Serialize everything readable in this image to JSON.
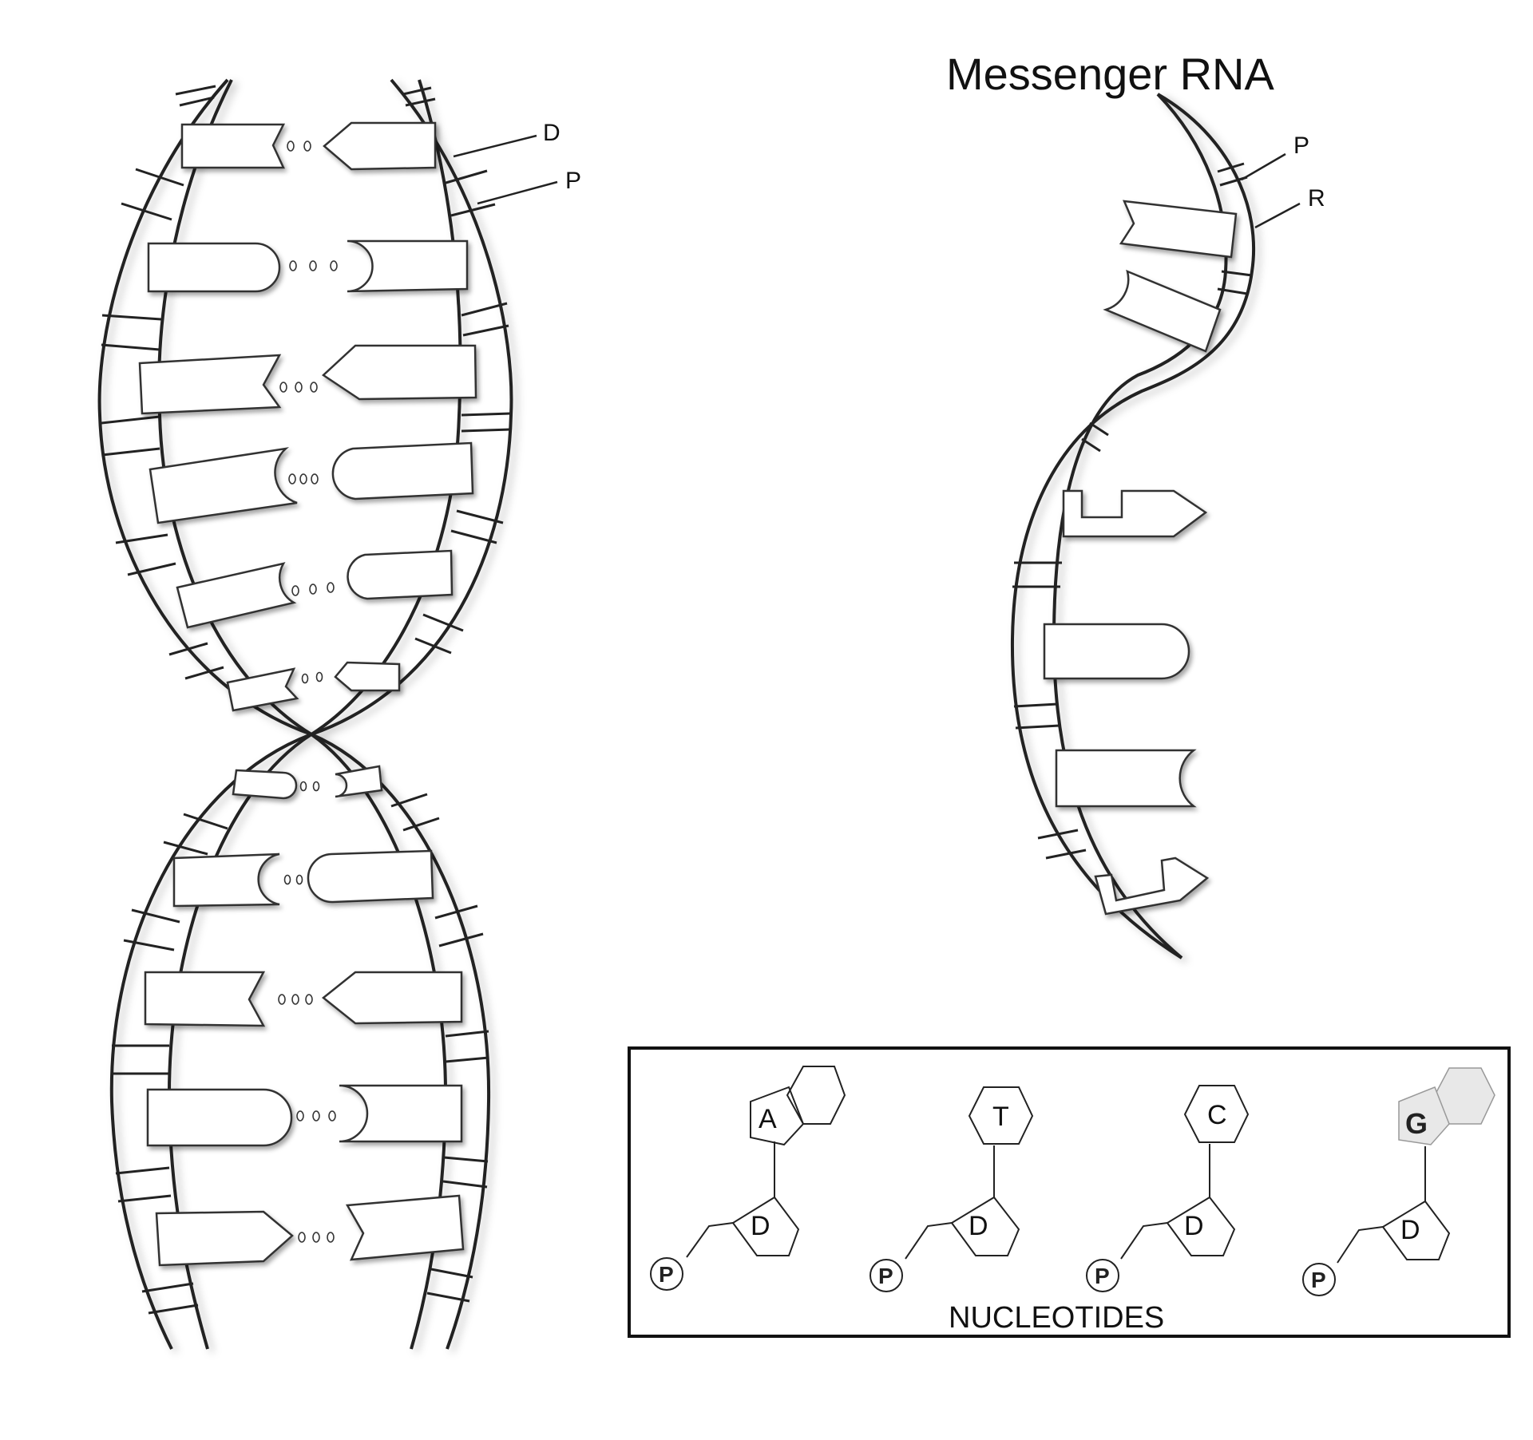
{
  "mrna": {
    "title": "Messenger RNA",
    "labels": [
      "P",
      "R"
    ]
  },
  "dna": {
    "labels": [
      "D",
      "P"
    ]
  },
  "nucleotides": {
    "caption": "NUCLEOTIDES",
    "items": [
      {
        "base": "A",
        "sugar": "D",
        "phosphate": "P",
        "ring": "double"
      },
      {
        "base": "T",
        "sugar": "D",
        "phosphate": "P",
        "ring": "single"
      },
      {
        "base": "C",
        "sugar": "D",
        "phosphate": "P",
        "ring": "single"
      },
      {
        "base": "G",
        "sugar": "D",
        "phosphate": "P",
        "ring": "double-shaded"
      }
    ]
  }
}
